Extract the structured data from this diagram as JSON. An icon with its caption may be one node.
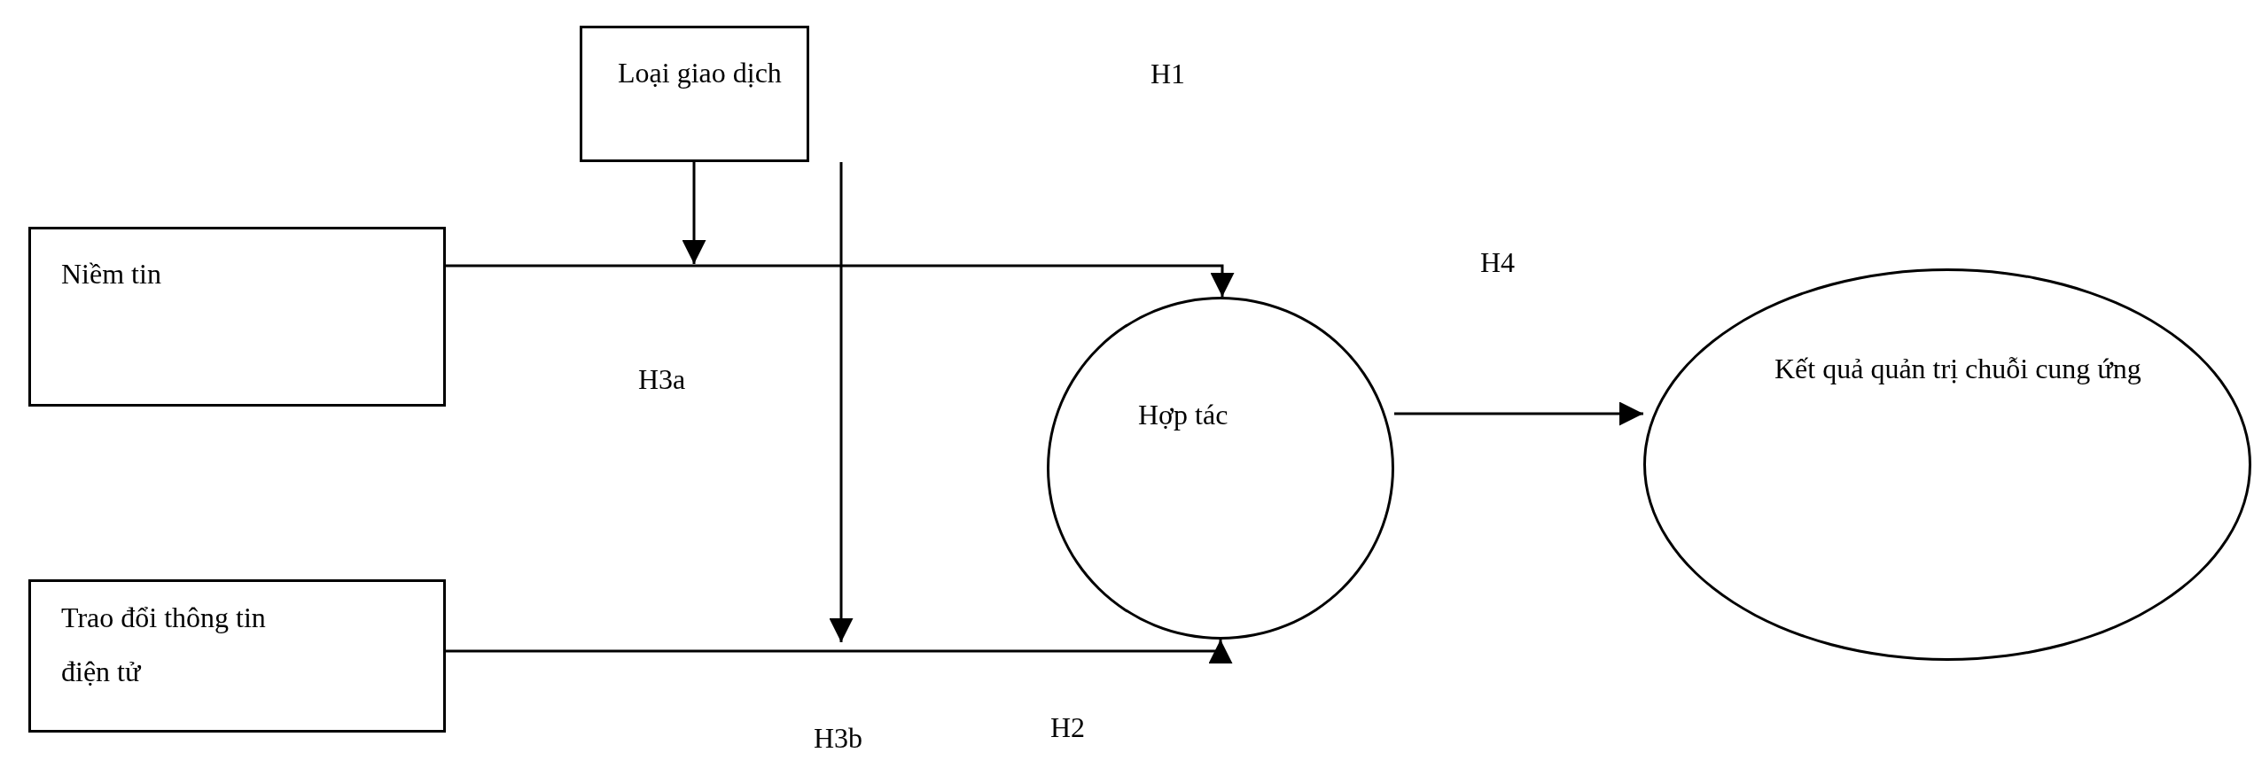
{
  "diagram": {
    "nodes": [
      {
        "text": [
          "Loại giao dịch"
        ]
      },
      {
        "text": [
          "Niềm tin"
        ]
      },
      {
        "text": [
          "Trao đổi thông tin điện tử"
        ]
      },
      {
        "text": [
          "Hợp tác"
        ]
      },
      {
        "text": [
          "Kết quả quản trị chuỗi cung ứng"
        ]
      }
    ],
    "edges": [
      {
        "from": 1,
        "to": 3,
        "arrow": "to"
      },
      {
        "from": 0,
        "to": null,
        "arrow": "to"
      },
      {
        "from": 0,
        "to": null,
        "arrow": "to"
      },
      {
        "from": 2,
        "to": 3,
        "arrow": "to"
      },
      {
        "from": 3,
        "to": 4,
        "arrow": "to"
      }
    ],
    "labels": [
      "H1",
      "H4",
      "H3a",
      "H2",
      "H3b"
    ]
  }
}
